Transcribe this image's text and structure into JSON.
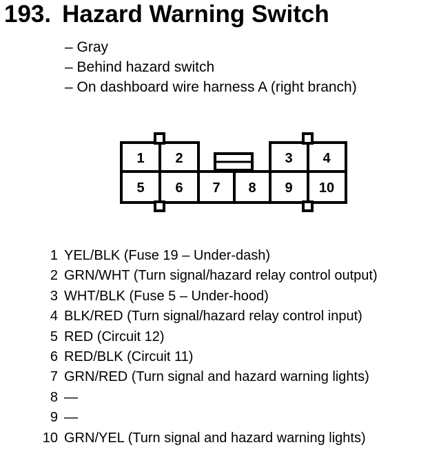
{
  "title": {
    "number": "193.",
    "text": "Hazard Warning Switch"
  },
  "notes": [
    "– Gray",
    "– Behind hazard switch",
    "– On dashboard wire harness A (right branch)"
  ],
  "connector": {
    "pins": [
      "1",
      "2",
      "3",
      "4",
      "5",
      "6",
      "7",
      "8",
      "9",
      "10"
    ]
  },
  "pinouts": [
    {
      "pin": "1",
      "desc": "YEL/BLK (Fuse 19 – Under-dash)"
    },
    {
      "pin": "2",
      "desc": "GRN/WHT (Turn signal/hazard relay control output)"
    },
    {
      "pin": "3",
      "desc": "WHT/BLK (Fuse 5 – Under-hood)"
    },
    {
      "pin": "4",
      "desc": "BLK/RED (Turn signal/hazard relay control input)"
    },
    {
      "pin": "5",
      "desc": "RED (Circuit 12)"
    },
    {
      "pin": "6",
      "desc": "RED/BLK (Circuit 11)"
    },
    {
      "pin": "7",
      "desc": "GRN/RED (Turn signal and hazard warning lights)"
    },
    {
      "pin": "8",
      "desc": "—"
    },
    {
      "pin": "9",
      "desc": "—"
    },
    {
      "pin": "10",
      "desc": "GRN/YEL (Turn signal and hazard warning lights)"
    }
  ]
}
